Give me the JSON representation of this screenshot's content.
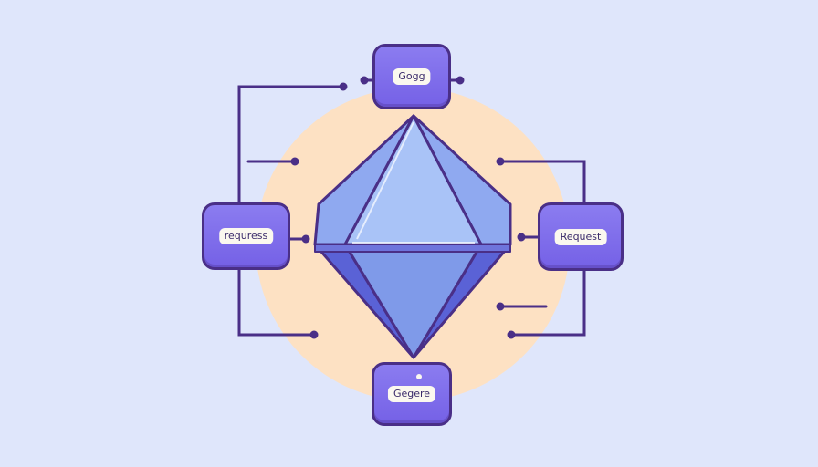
{
  "diagram": {
    "nodes": {
      "top": {
        "label": "Gogg"
      },
      "left": {
        "label": "requress"
      },
      "right": {
        "label": "Request"
      },
      "bottom": {
        "label": "Gegere"
      }
    }
  },
  "colors": {
    "background": "#dfe6fb",
    "circle": "#fde1c3",
    "node_fill": "#7a67e8",
    "outline": "#4a2f87",
    "crystal_light": "#a9c3f7",
    "crystal_mid": "#7f9ae9",
    "crystal_dark": "#5a62d6"
  }
}
